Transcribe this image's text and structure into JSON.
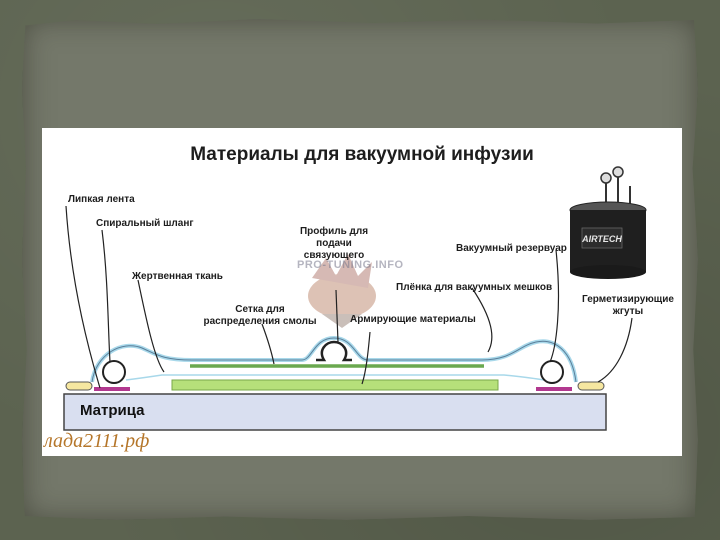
{
  "figure": {
    "title": "Материалы для вакуумной инфузии",
    "labels": {
      "sticky_tape": "Липкая лента",
      "spiral_hose": "Спиральный шланг",
      "peel_ply": "Жертвенная ткань",
      "resin_mesh_1": "Сетка для",
      "resin_mesh_2": "распределения смолы",
      "feed_profile_1": "Профиль для",
      "feed_profile_2": "подачи",
      "feed_profile_3": "связующего",
      "vacuum_reservoir": "Вакуумный резервуар",
      "bag_film": "Плёнка для вакуумных мешков",
      "reinforcement": "Армирующие материалы",
      "sealing_1": "Герметизирующие",
      "sealing_2": "жгуты",
      "matrix": "Матрица"
    },
    "watermark": "PRO-TUNING.INFO",
    "source": "лада2111.рф",
    "reservoir_brand": "AIRTECH"
  },
  "colors": {
    "background": "#5c6350",
    "paper": "#74786a",
    "matrix_fill": "#d9dff0",
    "reinforcement": "#b6e07a",
    "mesh": "#6aa84f",
    "bag_line": "#a8d8ea",
    "sealant": "#f6e7a0",
    "tape": "#b2388f",
    "source_text": "#b5762a"
  }
}
